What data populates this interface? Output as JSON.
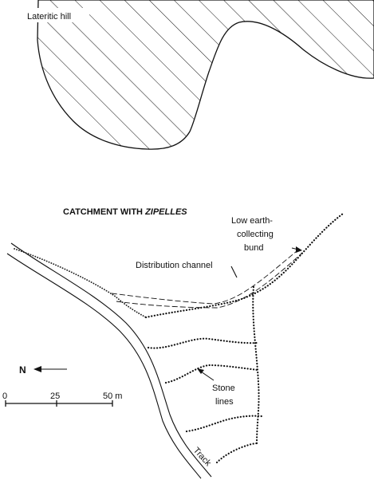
{
  "hill": {
    "label": "Lateritic hill"
  },
  "catchment": {
    "title_prefix": "CATCHMENT WITH ",
    "title_emphasis": "ZIPELLES"
  },
  "bund": {
    "label_line1": "Low earth-",
    "label_line2": "collecting",
    "label_line3": "bund"
  },
  "channel": {
    "label": "Distribution channel"
  },
  "stone_lines": {
    "label_line1": "Stone",
    "label_line2": "lines"
  },
  "north": {
    "label": "N"
  },
  "scale": {
    "tick_0": "0",
    "tick_25": "25",
    "tick_50": "50 m"
  },
  "track": {
    "label": "Track"
  }
}
